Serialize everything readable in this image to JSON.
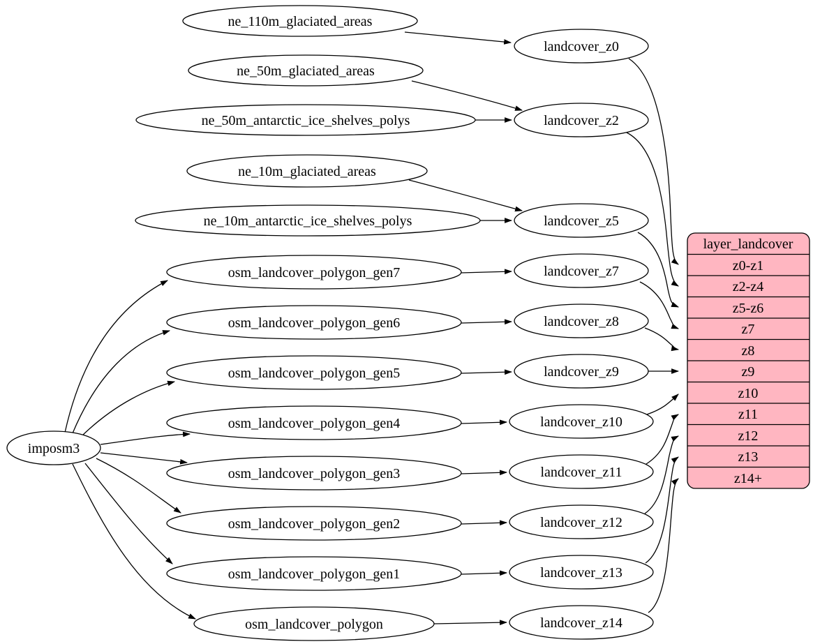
{
  "diagram": {
    "kind": "landcover layer ETL mapping graph",
    "colors": {
      "background": "#ffffff",
      "node_fill": "#ffffff",
      "node_stroke": "#000000",
      "edge": "#000000",
      "table_fill": "#ffb6c1",
      "table_stroke": "#000000",
      "text": "#000000"
    },
    "importer": {
      "label": "imposm3"
    },
    "natural_earth_sources": [
      {
        "label": "ne_110m_glaciated_areas"
      },
      {
        "label": "ne_50m_glaciated_areas"
      },
      {
        "label": "ne_50m_antarctic_ice_shelves_polys"
      },
      {
        "label": "ne_10m_glaciated_areas"
      },
      {
        "label": "ne_10m_antarctic_ice_shelves_polys"
      }
    ],
    "osm_tables": [
      {
        "label": "osm_landcover_polygon_gen7"
      },
      {
        "label": "osm_landcover_polygon_gen6"
      },
      {
        "label": "osm_landcover_polygon_gen5"
      },
      {
        "label": "osm_landcover_polygon_gen4"
      },
      {
        "label": "osm_landcover_polygon_gen3"
      },
      {
        "label": "osm_landcover_polygon_gen2"
      },
      {
        "label": "osm_landcover_polygon_gen1"
      },
      {
        "label": "osm_landcover_polygon"
      }
    ],
    "zoom_views": [
      {
        "label": "landcover_z0"
      },
      {
        "label": "landcover_z2"
      },
      {
        "label": "landcover_z5"
      },
      {
        "label": "landcover_z7"
      },
      {
        "label": "landcover_z8"
      },
      {
        "label": "landcover_z9"
      },
      {
        "label": "landcover_z10"
      },
      {
        "label": "landcover_z11"
      },
      {
        "label": "landcover_z12"
      },
      {
        "label": "landcover_z13"
      },
      {
        "label": "landcover_z14"
      }
    ],
    "layer_table": {
      "title": "layer_landcover",
      "rows": [
        "z0-z1",
        "z2-z4",
        "z5-z6",
        "z7",
        "z8",
        "z9",
        "z10",
        "z11",
        "z12",
        "z13",
        "z14+"
      ]
    },
    "edges": [
      [
        "imposm3",
        "osm_landcover_polygon_gen7"
      ],
      [
        "imposm3",
        "osm_landcover_polygon_gen6"
      ],
      [
        "imposm3",
        "osm_landcover_polygon_gen5"
      ],
      [
        "imposm3",
        "osm_landcover_polygon_gen4"
      ],
      [
        "imposm3",
        "osm_landcover_polygon_gen3"
      ],
      [
        "imposm3",
        "osm_landcover_polygon_gen2"
      ],
      [
        "imposm3",
        "osm_landcover_polygon_gen1"
      ],
      [
        "imposm3",
        "osm_landcover_polygon"
      ],
      [
        "ne_110m_glaciated_areas",
        "landcover_z0"
      ],
      [
        "ne_50m_glaciated_areas",
        "landcover_z2"
      ],
      [
        "ne_50m_antarctic_ice_shelves_polys",
        "landcover_z2"
      ],
      [
        "ne_10m_glaciated_areas",
        "landcover_z5"
      ],
      [
        "ne_10m_antarctic_ice_shelves_polys",
        "landcover_z5"
      ],
      [
        "osm_landcover_polygon_gen7",
        "landcover_z7"
      ],
      [
        "osm_landcover_polygon_gen6",
        "landcover_z8"
      ],
      [
        "osm_landcover_polygon_gen5",
        "landcover_z9"
      ],
      [
        "osm_landcover_polygon_gen4",
        "landcover_z10"
      ],
      [
        "osm_landcover_polygon_gen3",
        "landcover_z11"
      ],
      [
        "osm_landcover_polygon_gen2",
        "landcover_z12"
      ],
      [
        "osm_landcover_polygon_gen1",
        "landcover_z13"
      ],
      [
        "osm_landcover_polygon",
        "landcover_z14"
      ],
      [
        "landcover_z0",
        "layer_landcover:z0-z1"
      ],
      [
        "landcover_z2",
        "layer_landcover:z2-z4"
      ],
      [
        "landcover_z5",
        "layer_landcover:z5-z6"
      ],
      [
        "landcover_z7",
        "layer_landcover:z7"
      ],
      [
        "landcover_z8",
        "layer_landcover:z8"
      ],
      [
        "landcover_z9",
        "layer_landcover:z9"
      ],
      [
        "landcover_z10",
        "layer_landcover:z10"
      ],
      [
        "landcover_z11",
        "layer_landcover:z11"
      ],
      [
        "landcover_z12",
        "layer_landcover:z12"
      ],
      [
        "landcover_z13",
        "layer_landcover:z13"
      ],
      [
        "landcover_z14",
        "layer_landcover:z14+"
      ]
    ]
  }
}
